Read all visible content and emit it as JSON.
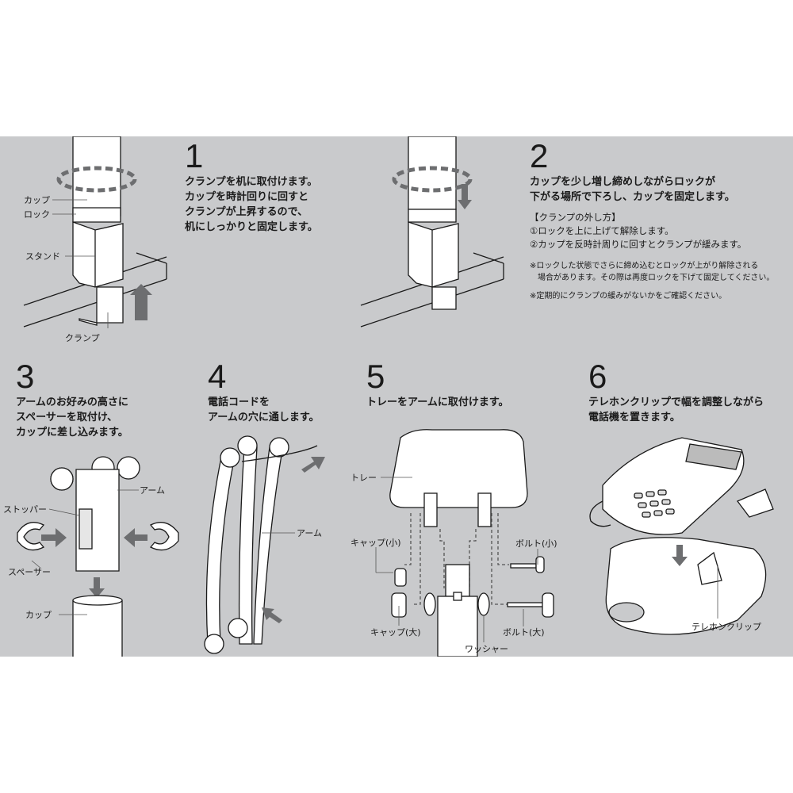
{
  "steps": [
    {
      "number": "1",
      "lines": [
        "クランプを机に取付けます。",
        "カップを時計回りに回すと",
        "クランプが上昇するので、",
        "机にしっかりと固定します。"
      ],
      "labels": {
        "cup": "カップ",
        "lock": "ロック",
        "stand": "スタンド",
        "clamp": "クランプ"
      }
    },
    {
      "number": "2",
      "lines": [
        "カップを少し増し締めしながらロックが",
        "下がる場所で下ろし、カップを固定します。"
      ],
      "removal_title": "【クランプの外し方】",
      "removal_steps": [
        "①ロックを上に上げて解除します。",
        "②カップを反時計周りに回すとクランプが緩みます。"
      ],
      "notes": [
        "※ロックした状態でさらに締め込むとロックが上がり解除される",
        "　場合があります。その際は再度ロックを下げて固定してください。",
        "※定期的にクランプの緩みがないかをご確認ください。"
      ]
    },
    {
      "number": "3",
      "lines": [
        "アームのお好みの高さに",
        "スペーサーを取付け、",
        "カップに差し込みます。"
      ],
      "labels": {
        "arm": "アーム",
        "stopper": "ストッパー",
        "spacer": "スペーサー",
        "cup": "カップ"
      }
    },
    {
      "number": "4",
      "lines": [
        "電話コードを",
        "アームの穴に通します。"
      ],
      "labels": {
        "arm": "アーム"
      }
    },
    {
      "number": "5",
      "lines": [
        "トレーをアームに取付けます。"
      ],
      "labels": {
        "tray": "トレー",
        "cap_small": "キャップ(小)",
        "cap_large": "キャップ(大)",
        "bolt_small": "ボルト(小)",
        "bolt_large": "ボルト(大)",
        "washer": "ワッシャー"
      }
    },
    {
      "number": "6",
      "lines": [
        "テレホンクリップで幅を調整しながら",
        "電話機を置きます。"
      ],
      "labels": {
        "clip": "テレホンクリップ"
      }
    }
  ],
  "colors": {
    "band": "#c9cacc",
    "arrow": "#6d6e70",
    "line": "#1a1a1a"
  }
}
